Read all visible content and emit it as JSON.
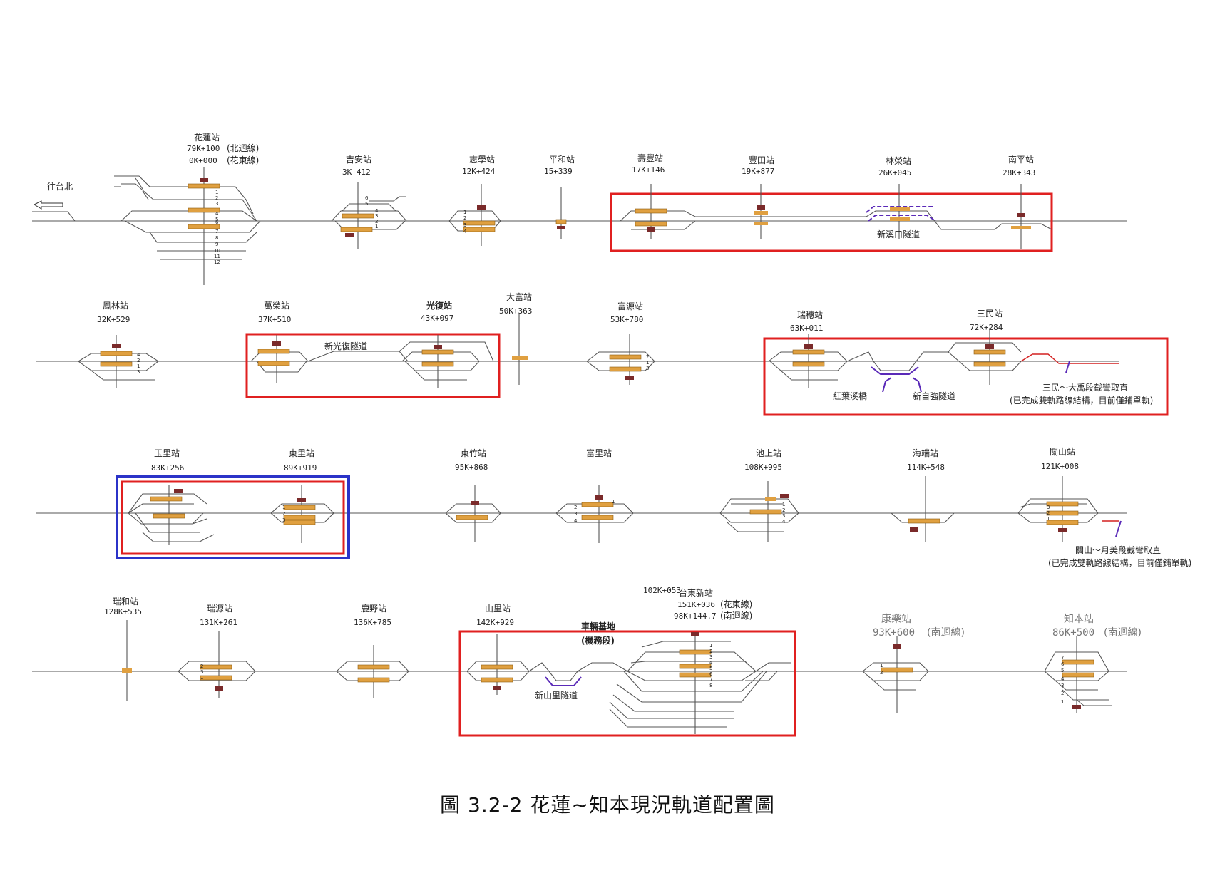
{
  "caption": "圖 3.2-2   花蓮~知本現況軌道配置圖",
  "direction_label": "往台北",
  "colors": {
    "platform": "#e0a040",
    "signal": "#7a2a2a",
    "track": "#555555",
    "tunnel": "#5a2ab8",
    "highlight_red": "#e02020",
    "highlight_blue": "#2b33c8"
  },
  "stations": [
    {
      "id": "hualien",
      "name": "花蓮站",
      "km": "79K+100",
      "line_note": "(北迴線)",
      "km2": "0K+000",
      "line_note2": "(花東線)",
      "tracks": [
        "1",
        "2",
        "3",
        "4",
        "5",
        "6",
        "7",
        "8",
        "9",
        "10",
        "11",
        "12"
      ]
    },
    {
      "id": "ji-an",
      "name": "吉安站",
      "km": "3K+412",
      "tracks": [
        "6",
        "5",
        "4",
        "3",
        "2",
        "1"
      ]
    },
    {
      "id": "zhixue",
      "name": "志學站",
      "km": "12K+424",
      "tracks": [
        "1",
        "2",
        "3",
        "4"
      ]
    },
    {
      "id": "pinghe",
      "name": "平和站",
      "km": "15+339"
    },
    {
      "id": "shoufeng",
      "name": "壽豐站",
      "km": "17K+146"
    },
    {
      "id": "fengtian",
      "name": "豐田站",
      "km": "19K+877"
    },
    {
      "id": "linrong",
      "name": "林榮站",
      "km": "26K+045"
    },
    {
      "id": "nanping",
      "name": "南平站",
      "km": "28K+343"
    },
    {
      "id": "fenglin",
      "name": "鳳林站",
      "km": "32K+529",
      "tracks": [
        "4",
        "2",
        "1",
        "3"
      ]
    },
    {
      "id": "wanrong",
      "name": "萬榮站",
      "km": "37K+510"
    },
    {
      "id": "guangfu",
      "name": "光復站",
      "km": "43K+097"
    },
    {
      "id": "dafu",
      "name": "大富站",
      "km": "50K+363"
    },
    {
      "id": "fuyuan",
      "name": "富源站",
      "km": "53K+780",
      "tracks": [
        "2",
        "1",
        "3"
      ]
    },
    {
      "id": "ruisui",
      "name": "瑞穗站",
      "km": "63K+011"
    },
    {
      "id": "sanmin",
      "name": "三民站",
      "km": "72K+284"
    },
    {
      "id": "yuli",
      "name": "玉里站",
      "km": "83K+256"
    },
    {
      "id": "dongli",
      "name": "東里站",
      "km": "89K+919",
      "tracks": [
        "1",
        "2",
        "3"
      ]
    },
    {
      "id": "dongzhu",
      "name": "東竹站",
      "km": "95K+868"
    },
    {
      "id": "fuli",
      "name": "富里站",
      "km": "",
      "tracks": [
        "1",
        "2",
        "3",
        "4"
      ]
    },
    {
      "id": "chishang",
      "name": "池上站",
      "km": "108K+995",
      "tracks": [
        "4",
        "1",
        "2",
        "3",
        "4"
      ]
    },
    {
      "id": "haiduan",
      "name": "海端站",
      "km": "114K+548"
    },
    {
      "id": "guanshan",
      "name": "關山站",
      "km": "121K+008",
      "tracks": [
        "3",
        "2",
        "1"
      ]
    },
    {
      "id": "ruihe",
      "name": "瑞和站",
      "km": "128K+535"
    },
    {
      "id": "ruiyuan",
      "name": "瑞源站",
      "km": "131K+261",
      "tracks": [
        "2",
        "3",
        "1"
      ]
    },
    {
      "id": "luye",
      "name": "鹿野站",
      "km": "136K+785"
    },
    {
      "id": "shanli",
      "name": "山里站",
      "km": "142K+929"
    },
    {
      "id": "taitung",
      "name": "台東新站",
      "km": "151K+036",
      "line_note": "(花東線)",
      "km2": "98K+144.7",
      "line_note2": "(南迴線)",
      "km_top": "102K+053",
      "tracks": [
        "1",
        "2",
        "3",
        "4",
        "5",
        "6",
        "7",
        "8"
      ]
    },
    {
      "id": "kangle",
      "name": "康樂站",
      "km": "93K+600",
      "line_note": "(南迴線)",
      "tracks": [
        "1",
        "2"
      ]
    },
    {
      "id": "zhiben",
      "name": "知本站",
      "km": "86K+500",
      "line_note": "(南迴線)",
      "tracks": [
        "7",
        "6",
        "5",
        "4",
        "3",
        "2",
        "1"
      ]
    }
  ],
  "labels": {
    "xinxikou_tunnel": "新溪口隧道",
    "xinguangfu_tunnel": "新光復隧道",
    "hongye_bridge": "紅葉溪橋",
    "xinziqiang_tunnel": "新自強隧道",
    "sanmin_note1": "三民～大禹段截彎取直",
    "sanmin_note2": "(已完成雙軌路線結構，目前僅鋪單軌)",
    "guanshan_note1": "關山～月美段截彎取直",
    "guanshan_note2": "(已完成雙軌路線結構，目前僅鋪單軌)",
    "xinshanli_tunnel": "新山里隧道",
    "depot1": "車輛基地",
    "depot2": "(機務段)"
  }
}
